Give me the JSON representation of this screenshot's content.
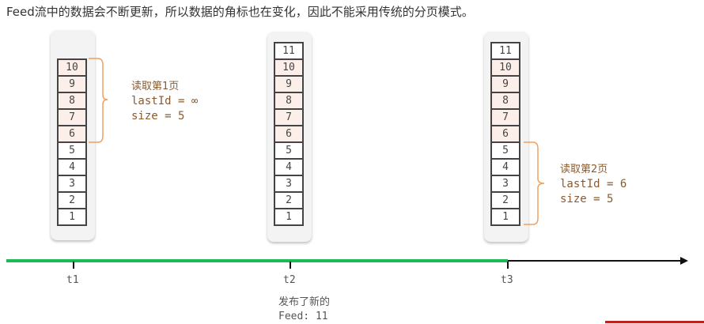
{
  "title": "Feed流中的数据会不断更新，所以数据的角标也在变化，因此不能采用传统的分页模式。",
  "stacks": [
    {
      "cells": [
        {
          "v": "10",
          "hl": true
        },
        {
          "v": "9",
          "hl": true
        },
        {
          "v": "8",
          "hl": true
        },
        {
          "v": "7",
          "hl": true
        },
        {
          "v": "6",
          "hl": true
        },
        {
          "v": "5",
          "hl": false
        },
        {
          "v": "4",
          "hl": false
        },
        {
          "v": "3",
          "hl": false
        },
        {
          "v": "2",
          "hl": false
        },
        {
          "v": "1",
          "hl": false
        }
      ]
    },
    {
      "cells": [
        {
          "v": "11",
          "hl": false
        },
        {
          "v": "10",
          "hl": true
        },
        {
          "v": "9",
          "hl": true
        },
        {
          "v": "8",
          "hl": true
        },
        {
          "v": "7",
          "hl": true
        },
        {
          "v": "6",
          "hl": true
        },
        {
          "v": "5",
          "hl": false
        },
        {
          "v": "4",
          "hl": false
        },
        {
          "v": "3",
          "hl": false
        },
        {
          "v": "2",
          "hl": false
        },
        {
          "v": "1",
          "hl": false
        }
      ]
    },
    {
      "cells": [
        {
          "v": "11",
          "hl": false
        },
        {
          "v": "10",
          "hl": true
        },
        {
          "v": "9",
          "hl": true
        },
        {
          "v": "8",
          "hl": true
        },
        {
          "v": "7",
          "hl": true
        },
        {
          "v": "6",
          "hl": true
        },
        {
          "v": "5",
          "hl": false
        },
        {
          "v": "4",
          "hl": false
        },
        {
          "v": "3",
          "hl": false
        },
        {
          "v": "2",
          "hl": false
        },
        {
          "v": "1",
          "hl": false
        }
      ]
    }
  ],
  "notes": [
    {
      "heading": "读取第1页",
      "line1": "lastId = ∞",
      "line2": "size = 5"
    },
    {
      "heading": "读取第2页",
      "line1": "lastId = 6",
      "line2": "size = 5"
    }
  ],
  "timeline": {
    "ticks": [
      "t1",
      "t2",
      "t3"
    ],
    "published_line1": "发布了新的",
    "published_line2": "Feed: 11"
  },
  "colors": {
    "highlight": "#fcefea",
    "brace": "#f0a060",
    "note_text": "#8a5a2e",
    "timeline_past": "#1db954"
  }
}
